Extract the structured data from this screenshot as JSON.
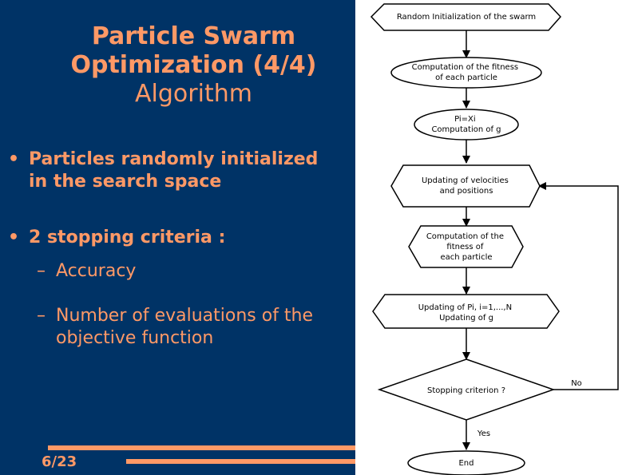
{
  "title": {
    "line1": "Particle Swarm",
    "line2": "Optimization (4/4)",
    "subtitle": "Algorithm"
  },
  "bullets": [
    {
      "line1": "Particles randomly initialized",
      "line2": "in the search space"
    },
    {
      "line1": "2 stopping criteria :"
    }
  ],
  "sub_bullets": [
    {
      "line1": "Accuracy"
    },
    {
      "line1": "Number of evaluations of the",
      "line2": "objective function"
    }
  ],
  "page_number": "6/23",
  "flowchart": {
    "nodes": [
      {
        "id": "init",
        "lines": [
          "Random Initialization of the swarm"
        ]
      },
      {
        "id": "fitness1",
        "lines": [
          "Computation of the fitness",
          "of each particle"
        ]
      },
      {
        "id": "pi",
        "lines": [
          "Pi=Xi",
          "Computation of g"
        ]
      },
      {
        "id": "update-vel",
        "lines": [
          "Updating of velocities",
          "and positions"
        ]
      },
      {
        "id": "fitness2",
        "lines": [
          "Computation of the",
          "fitness of",
          "each particle"
        ]
      },
      {
        "id": "update-pi",
        "lines": [
          "Updating of Pi, i=1,...,N",
          "Updating of g"
        ]
      },
      {
        "id": "stop",
        "lines": [
          "Stopping criterion ?"
        ]
      },
      {
        "id": "end",
        "lines": [
          "End"
        ]
      }
    ],
    "no_label": "No",
    "yes_label": "Yes"
  },
  "colors": {
    "background": "#003366",
    "accent": "#ff9966"
  }
}
